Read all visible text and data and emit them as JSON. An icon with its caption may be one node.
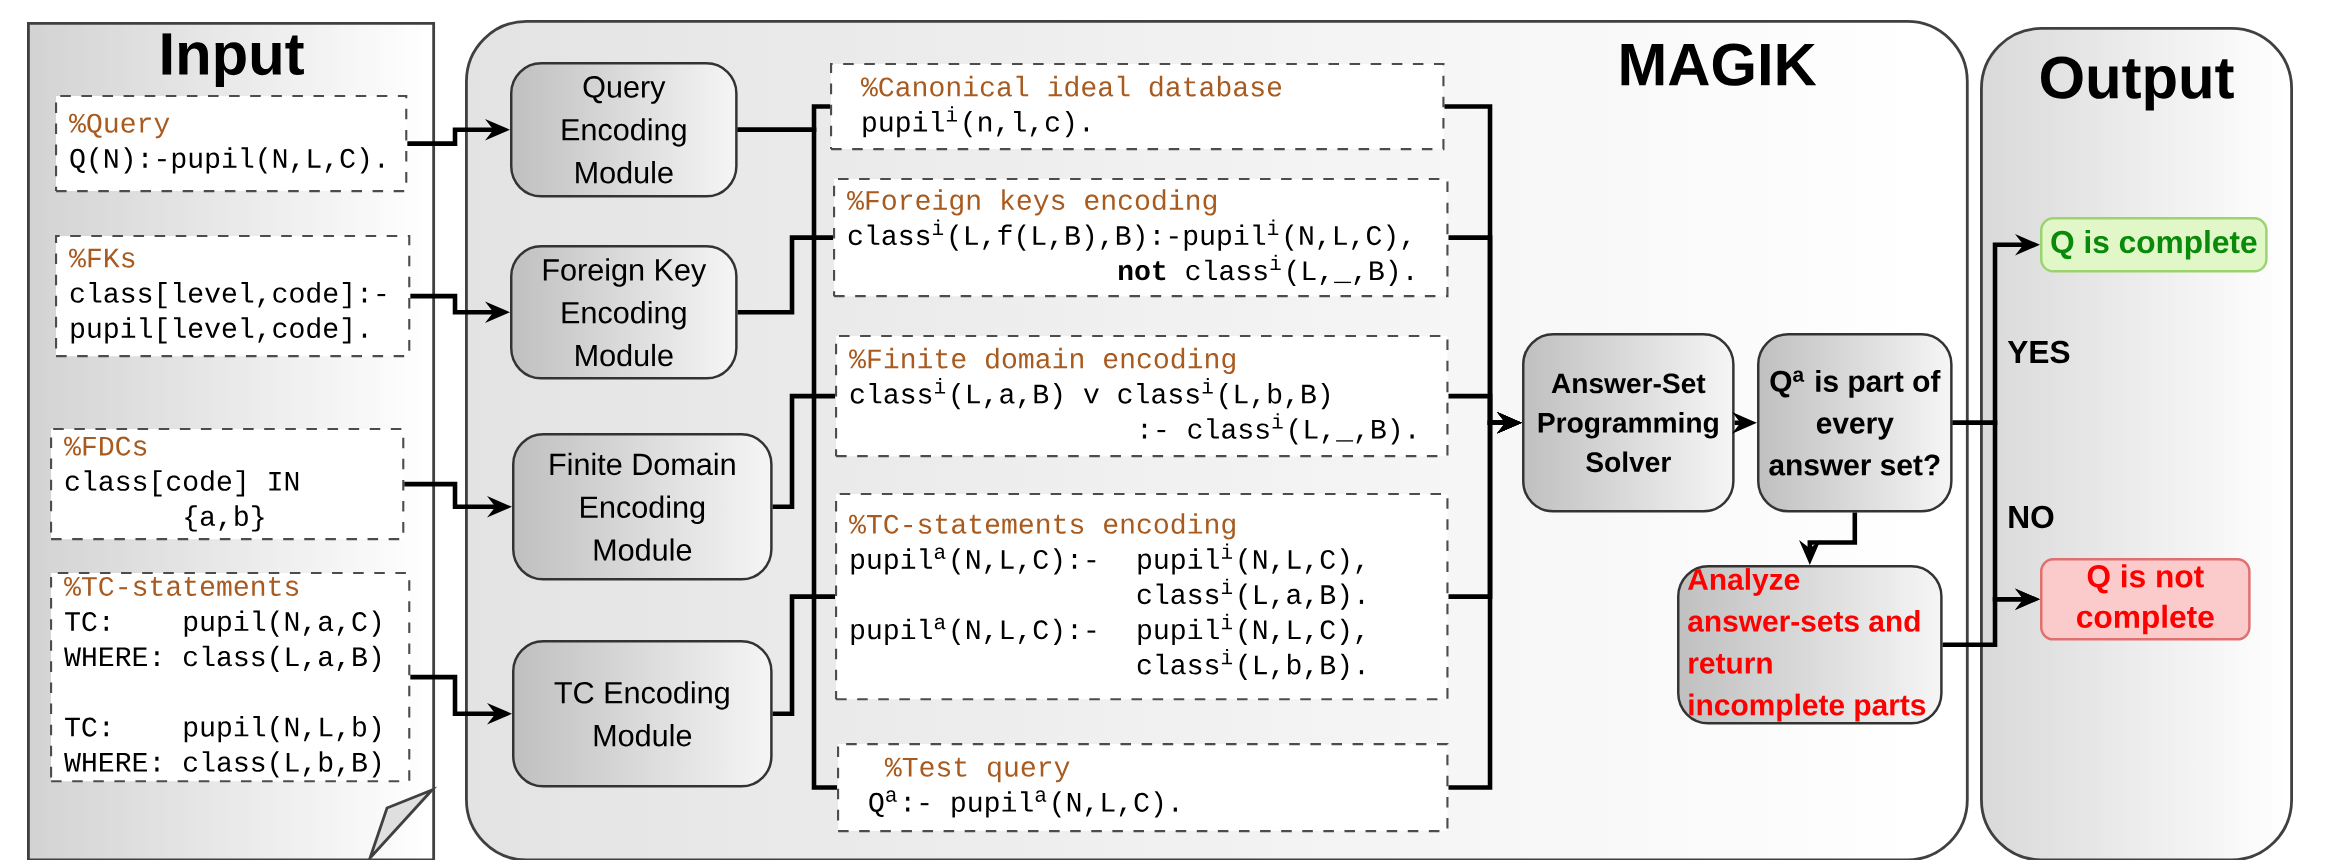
{
  "diagram": {
    "nodes": [
      {
        "text": [
          "Input"
        ]
      },
      {
        "text": [
          "%Query",
          "Q(N):-pupil(N,L,C)."
        ],
        "in": 0
      },
      {
        "text": [
          "%FKs",
          "class[level,code]:-",
          "pupil[level,code]."
        ],
        "in": 0
      },
      {
        "text": [
          "%FDCs",
          "class[code] IN",
          "{a,b}"
        ],
        "in": 0
      },
      {
        "text": [
          "%TC-statements",
          "TC:",
          "pupil(N,a,C)",
          "WHERE:",
          "class(L,a,B)",
          "TC:",
          "pupil(N,L,b)",
          "WHERE:",
          "class(L,b,B)"
        ],
        "in": 0
      },
      {
        "text": [
          "MAGIK"
        ]
      },
      {
        "text": [
          "Query Encoding Module"
        ],
        "in": 5
      },
      {
        "text": [
          "Foreign Key Encoding Module"
        ],
        "in": 5
      },
      {
        "text": [
          "Finite Domain Encoding Module"
        ],
        "in": 5
      },
      {
        "text": [
          "TC Encoding Module"
        ],
        "in": 5
      },
      {
        "text": [
          "%Canonical ideal database",
          "pupil$^{i}$(n,l,c)."
        ],
        "in": 5
      },
      {
        "text": [
          "%Foreign keys encoding",
          "class$^{i}$(L,f(L,B),B):-pupil$^{i}$(N,L,C),",
          "**not** class$^{i}$(L,_,B)."
        ],
        "in": 5
      },
      {
        "text": [
          "%Finite domain encoding",
          "class$^{i}$(L,a,B) v class$^{i}$(L,b,B)",
          ":- class$^{i}$(L,_,B)."
        ],
        "in": 5
      },
      {
        "text": [
          "%TC-statements encoding",
          "pupil$^{a}$(N,L,C):-",
          "pupil$^{i}$(N,L,C),",
          "class$^{i}$(L,a,B).",
          "pupil$^{a}$(N,L,C):-",
          "pupil$^{i}$(N,L,C),",
          "class$^{i}$(L,b,B)."
        ],
        "in": 5
      },
      {
        "text": [
          "%Test query",
          "Q$^{a}$:- pupil$^{a}$(N,L,C)."
        ],
        "in": 5
      },
      {
        "text": [
          "Answer-Set Programming Solver"
        ],
        "in": 5
      },
      {
        "text": [
          "Q$^{a}$ is part of every answer set?"
        ],
        "in": 5
      },
      {
        "text": [
          "Analyze answer-sets and return incomplete parts"
        ],
        "in": 5
      },
      {
        "text": [
          "Output"
        ]
      },
      {
        "text": [
          "Q is complete"
        ],
        "in": 18
      },
      {
        "text": [
          "Q is not complete"
        ],
        "in": 18
      }
    ],
    "edges": [
      {
        "from": 1,
        "to": 6,
        "arrow": "to"
      },
      {
        "from": 2,
        "to": 7,
        "arrow": "to"
      },
      {
        "from": 3,
        "to": 8,
        "arrow": "to"
      },
      {
        "from": 4,
        "to": 9,
        "arrow": "to"
      },
      {
        "from": 6,
        "to": 10,
        "arrow": "none"
      },
      {
        "from": 6,
        "to": 14,
        "arrow": "none"
      },
      {
        "from": 7,
        "to": 11,
        "arrow": "none"
      },
      {
        "from": 8,
        "to": 12,
        "arrow": "none"
      },
      {
        "from": 9,
        "to": 13,
        "arrow": "none"
      },
      {
        "from": 10,
        "to": 15,
        "arrow": "to"
      },
      {
        "from": 11,
        "to": 15,
        "arrow": "to"
      },
      {
        "from": 12,
        "to": 15,
        "arrow": "to"
      },
      {
        "from": 13,
        "to": 15,
        "arrow": "to"
      },
      {
        "from": 14,
        "to": 15,
        "arrow": "to"
      },
      {
        "from": 15,
        "to": 16,
        "arrow": "to"
      },
      {
        "from": 16,
        "to": 19,
        "arrow": "to",
        "label": "YES"
      },
      {
        "from": 16,
        "to": 20,
        "arrow": "to",
        "label": "NO"
      },
      {
        "from": 16,
        "to": 17,
        "arrow": "to"
      },
      {
        "from": 17,
        "to": 20,
        "arrow": "to"
      }
    ]
  }
}
